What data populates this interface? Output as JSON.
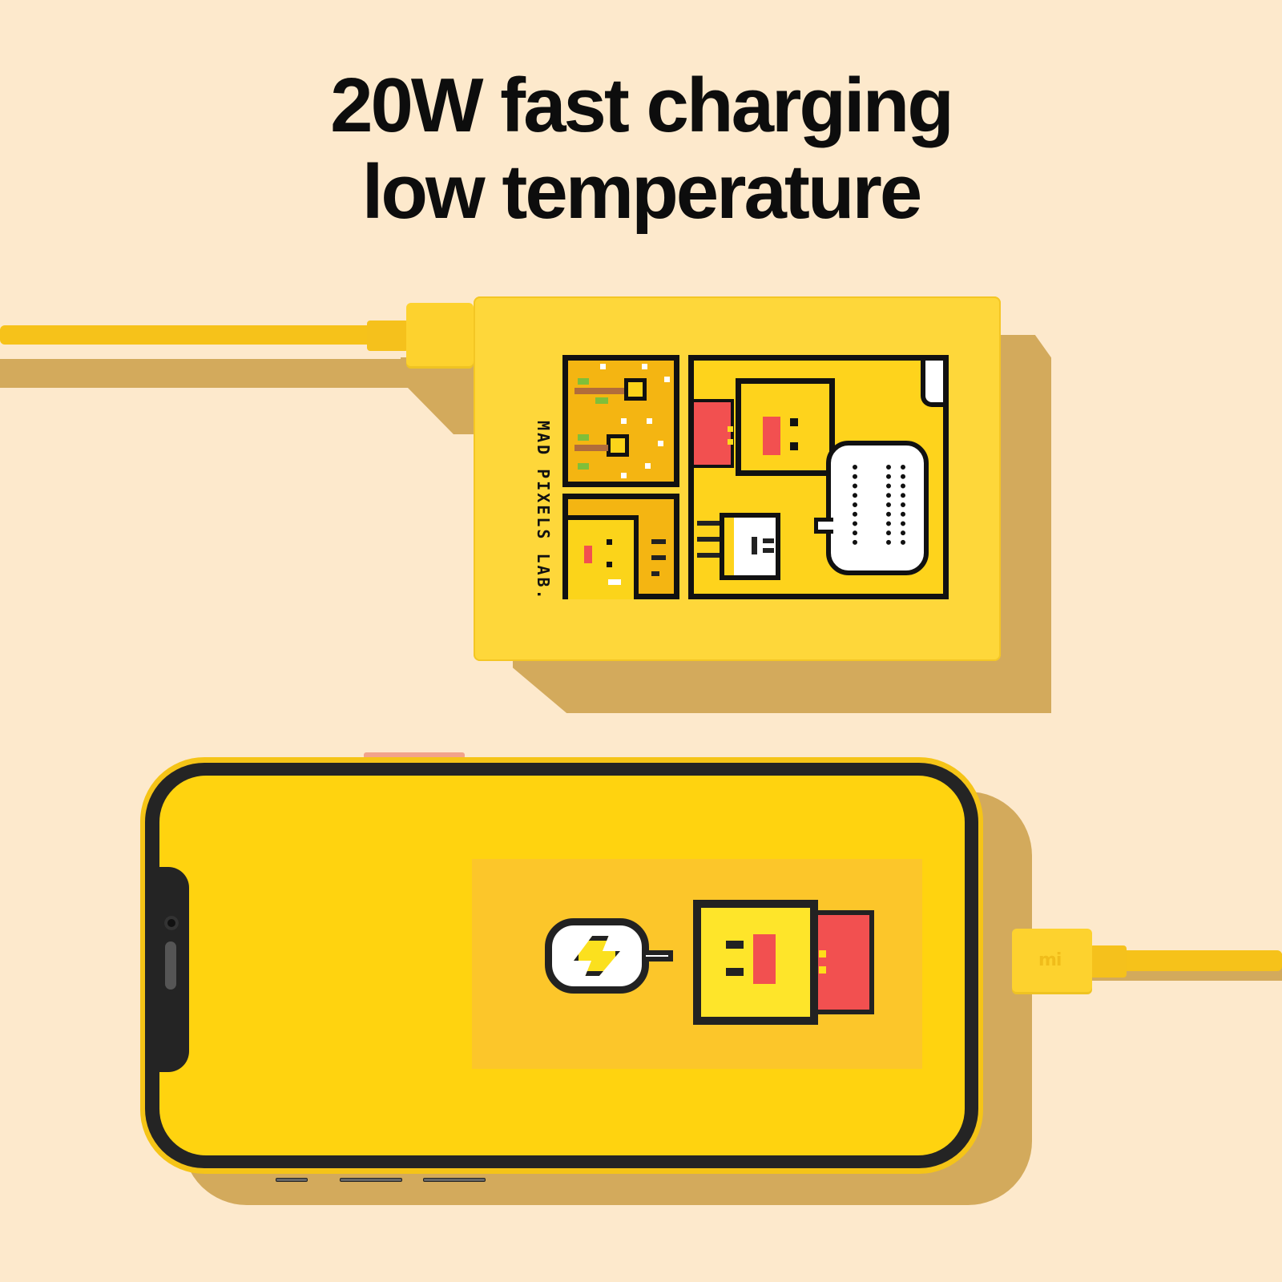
{
  "headline": {
    "line1": "20W fast charging",
    "line2": "low temperature"
  },
  "power_bank": {
    "brand_text": "MAD PIXELS LAB.",
    "artwork": "pixel-art comic panels: ducks, smiley square, plug character, speech bubble",
    "color": "#fed73a"
  },
  "phone": {
    "screen_artwork": "pixel charging bubble with lightning bolt beside smiling square charger",
    "screen_color": "#ffd30f",
    "bezel_color": "#242424"
  },
  "cable_connector": {
    "logo": "mi"
  },
  "colors": {
    "background": "#fde9cc",
    "shadow": "#d3aa5c",
    "accent_yellow": "#f6c21a",
    "pixel_red": "#f25050",
    "pixel_black": "#111111"
  }
}
